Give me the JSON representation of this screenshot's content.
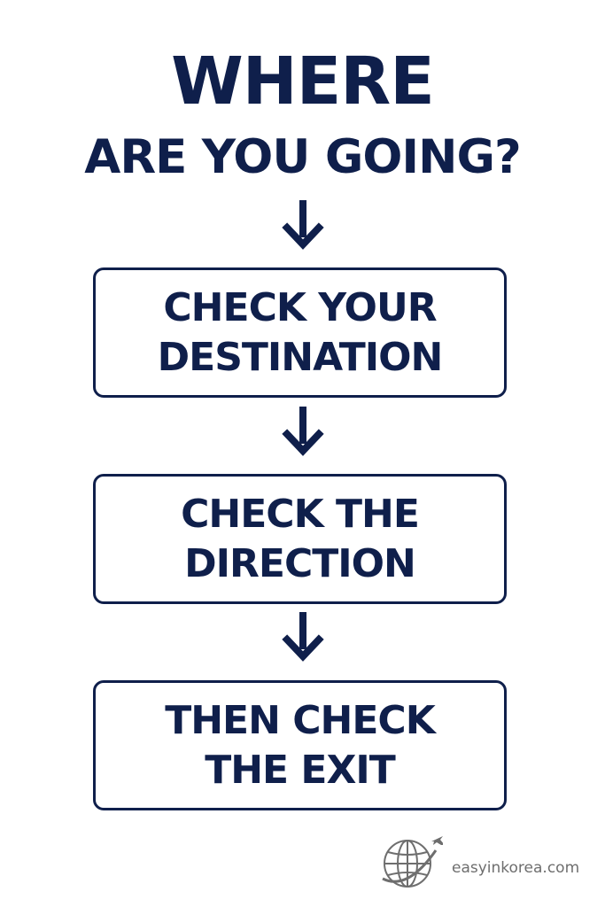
{
  "title": {
    "line1": "WHERE",
    "line2": "ARE YOU GOING?"
  },
  "steps": [
    {
      "line1": "CHECK YOUR",
      "line2": "DESTINATION"
    },
    {
      "line1": "CHECK THE",
      "line2": "DIRECTION"
    },
    {
      "line1": "THEN CHECK",
      "line2": "THE EXIT"
    }
  ],
  "logo": {
    "text": "easyinkorea.com",
    "icon": "globe-airplane-icon"
  },
  "colors": {
    "primary": "#0f1f4b",
    "background": "#ffffff",
    "logo_gray": "#6e6e6e"
  }
}
